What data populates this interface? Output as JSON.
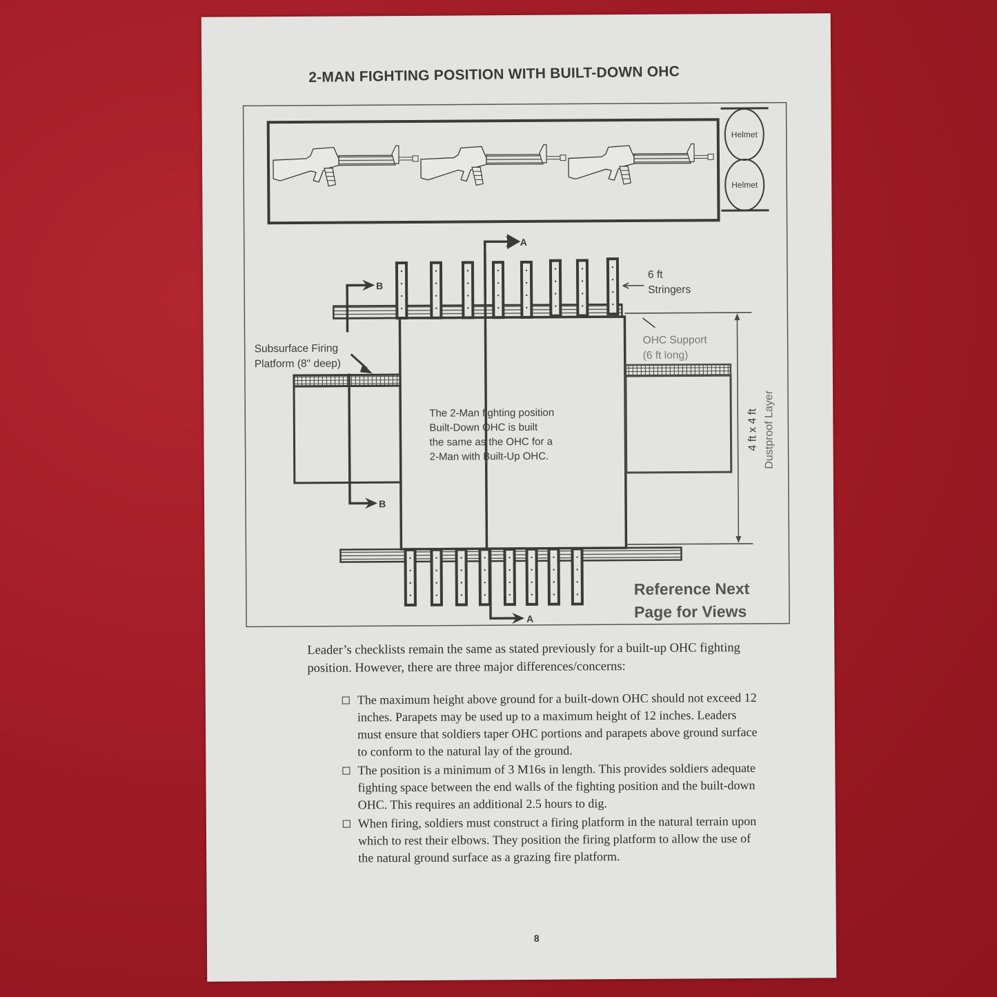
{
  "document": {
    "title": "2-MAN FIGHTING POSITION WITH BUILT-DOWN OHC",
    "page_number": "8",
    "colors": {
      "background_fabric": "#a01c26",
      "page": "#e3e3e1",
      "ink": "#3a3a3a"
    }
  },
  "diagram": {
    "helmets": [
      "Helmet",
      "Helmet"
    ],
    "rifle_count": 3,
    "section_markers": {
      "a_top": "A",
      "a_bottom": "A",
      "b_top": "B",
      "b_bottom": "B"
    },
    "labels": {
      "stringers_line1": "6 ft",
      "stringers_line2": "Stringers",
      "ohc_support_line1": "OHC Support",
      "ohc_support_line2": "(6 ft long)",
      "subsurface_line1": "Subsurface Firing",
      "subsurface_line2": "Platform (8\" deep)",
      "dustproof_line1": "4 ft x 4 ft",
      "dustproof_line2": "Dustproof Layer",
      "center_note": [
        "The 2-Man fighting position",
        "Built-Down OHC is built",
        "the same as the OHC for a",
        "2-Man with Built-Up OHC."
      ],
      "reference_line1": "Reference Next",
      "reference_line2": "Page for Views"
    }
  },
  "body": {
    "intro": "Leader’s checklists remain the same as stated previously for a built-up OHC fighting position.  However, there are three major differences/concerns:",
    "checklist": [
      "The maximum height above ground for a built-down OHC should not exceed 12 inches.  Parapets may be used up to a maximum height of 12 inches.  Leaders must ensure that soldiers taper OHC portions and parapets above ground surface to conform to the natural lay of the ground.",
      "The position is a minimum of 3 M16s in length.  This provides soldiers adequate fighting space between the end walls of the fighting position and the built-down OHC.  This requires an additional 2.5 hours to dig.",
      "When firing,  soldiers must construct a firing platform in the natural terrain upon which to rest their elbows.  They position the firing platform to allow the use of the natural ground surface as a grazing fire platform."
    ]
  }
}
